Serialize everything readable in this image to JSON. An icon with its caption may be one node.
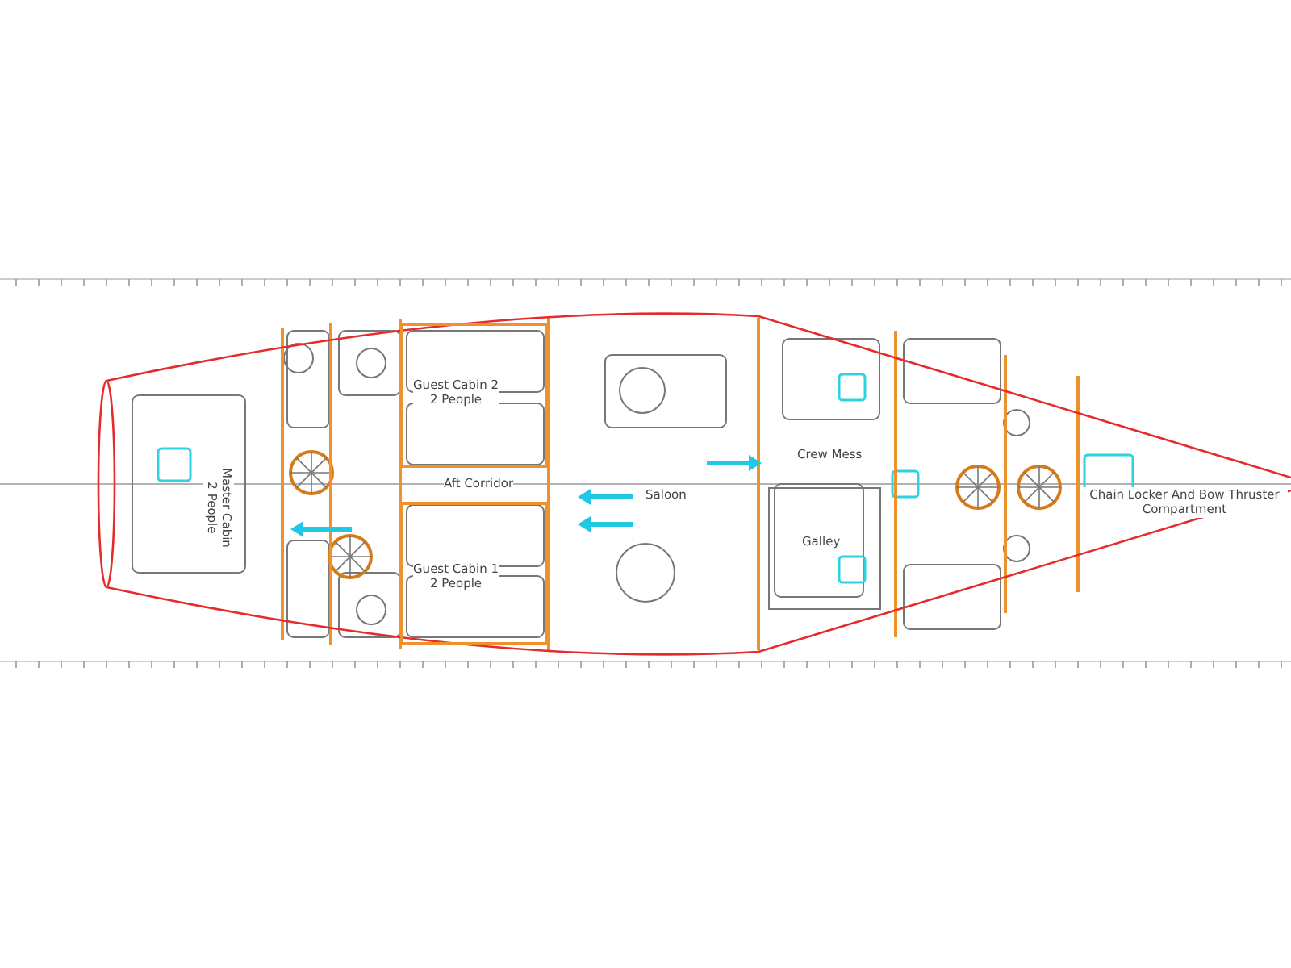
{
  "diagram": {
    "nodes": [
      {
        "text": [
          "Master Cabin",
          "2 People"
        ]
      },
      {
        "text": [
          "Guest Cabin 2",
          "2 People"
        ]
      },
      {
        "text": [
          "Aft Corridor"
        ]
      },
      {
        "text": [
          "Guest Cabin 1",
          "2 People"
        ]
      },
      {
        "text": [
          "Saloon"
        ]
      },
      {
        "text": [
          "Crew Mess"
        ]
      },
      {
        "text": [
          "Galley"
        ]
      },
      {
        "text": [
          "Chain Locker And Bow Thruster Compartment"
        ]
      }
    ],
    "edges": []
  }
}
